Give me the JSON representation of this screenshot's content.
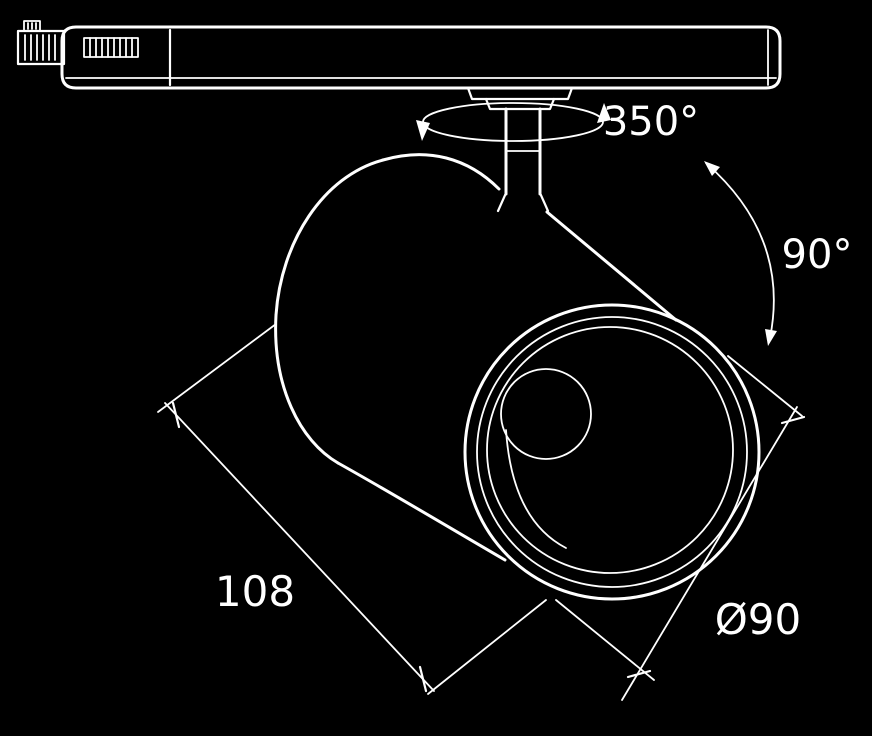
{
  "drawing": {
    "background_color": "#000000",
    "line_color": "#ffffff",
    "labels": {
      "rotation_angle": "350°",
      "tilt_angle": "90°",
      "body_length": "108",
      "face_diameter": "Ø90"
    }
  }
}
